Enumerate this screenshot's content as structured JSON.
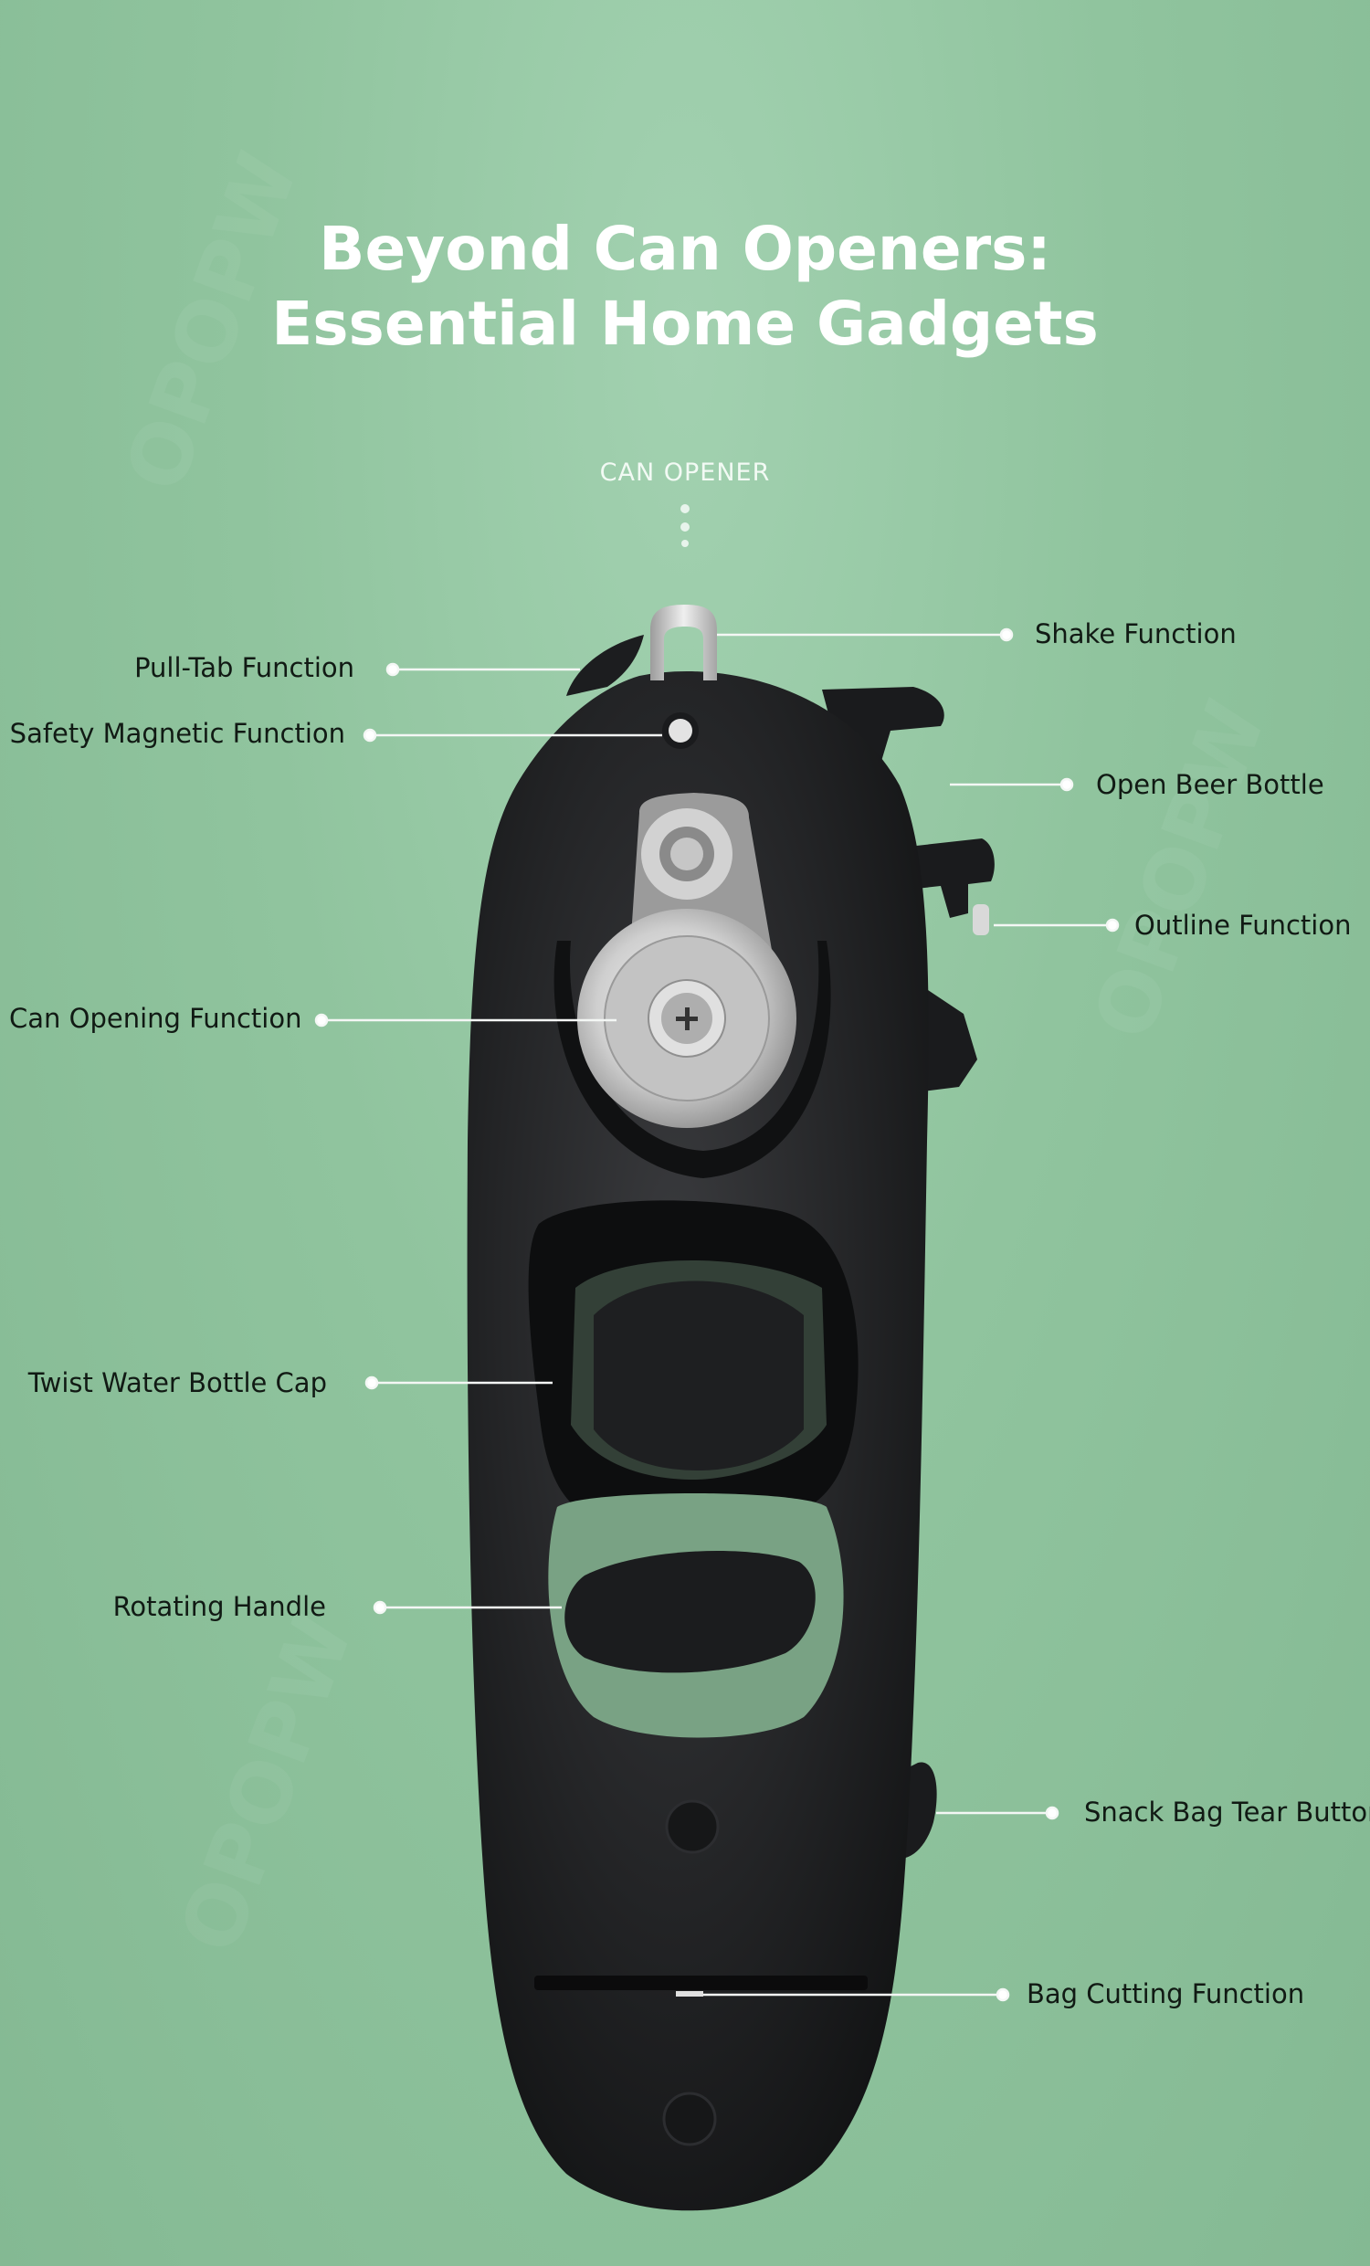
{
  "page": {
    "title_line_1": "Beyond Can Openers:",
    "title_line_2": "Essential Home Gadgets",
    "subtitle": "CAN OPENER",
    "watermark": "OPOPW"
  },
  "colors": {
    "background": "#94c6a1",
    "title": "#ffffff",
    "label_text": "#111a14",
    "device_body": "#1d1e20",
    "blade_metal": "#d8d8d8"
  },
  "labels": {
    "shake": "Shake Function",
    "pull_tab": "Pull-Tab Function",
    "safety_magnetic": "Safety Magnetic Function",
    "open_beer": "Open Beer Bottle",
    "outline": "Outline Function",
    "can_opening": "Can Opening Function",
    "twist_cap": "Twist Water Bottle Cap",
    "rotating_handle": "Rotating Handle",
    "snack_bag": "Snack Bag Tear Button",
    "bag_cutting": "Bag Cutting Function"
  }
}
